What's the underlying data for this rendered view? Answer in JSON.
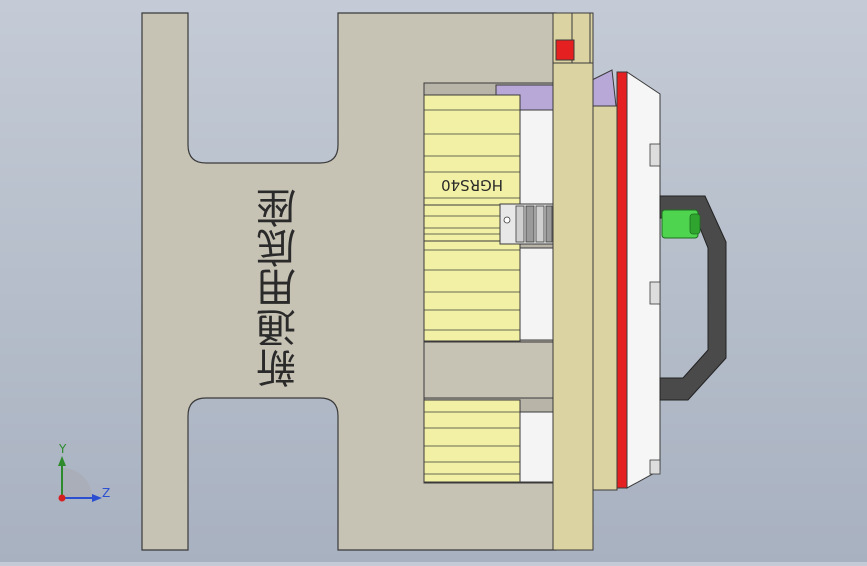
{
  "model": {
    "base_label": "新通用底座",
    "part_label": "HGRS40"
  },
  "triad": {
    "y_label": "Y",
    "z_label": "Z"
  },
  "colors": {
    "base_plate": "#c6c2b4",
    "rail_block": "#f2f0a4",
    "backing_plate": "#dcd3a2",
    "purple_block": "#b7a8d8",
    "red_strip": "#e52020",
    "green_pin": "#4fd44f",
    "handle": "#4a4a4a"
  }
}
